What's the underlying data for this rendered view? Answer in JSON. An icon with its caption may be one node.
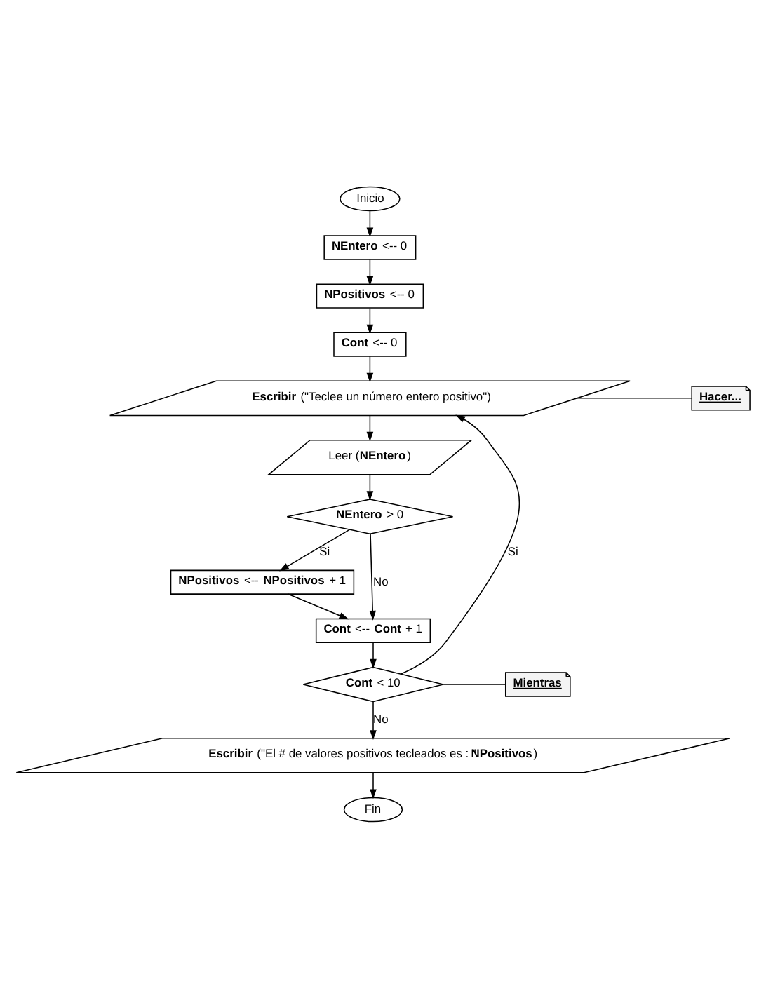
{
  "diagram": {
    "nodes": [
      {
        "text": [
          "Inicio"
        ]
      },
      {
        "text": [
          "**NEntero** <-- 0"
        ]
      },
      {
        "text": [
          "**NPositivos** <-- 0"
        ]
      },
      {
        "text": [
          "**Cont** <-- 0"
        ]
      },
      {
        "text": [
          "**Escribir** (\"Teclee un número entero positivo\")"
        ]
      },
      {
        "text": [
          "Leer (**NEntero**)"
        ]
      },
      {
        "text": [
          "**NEntero** > 0"
        ]
      },
      {
        "text": [
          "**NPositivos** <-- **NPositivos** + 1"
        ]
      },
      {
        "text": [
          "**Cont** <-- **Cont** + 1"
        ]
      },
      {
        "text": [
          "**Cont** < 10"
        ]
      },
      {
        "text": [
          "**Escribir** (\"El # de valores positivos tecleados es : \"**NPositivos**)"
        ]
      },
      {
        "text": [
          "Fin"
        ]
      },
      {
        "text": [
          "Hacer..."
        ]
      },
      {
        "text": [
          "Mientras"
        ]
      }
    ],
    "edges": [
      {
        "from": 0,
        "to": 1,
        "arrow": "to"
      },
      {
        "from": 1,
        "to": 2,
        "arrow": "to"
      },
      {
        "from": 2,
        "to": 3,
        "arrow": "to"
      },
      {
        "from": 3,
        "to": 4,
        "arrow": "to"
      },
      {
        "from": 4,
        "to": 5,
        "arrow": "to"
      },
      {
        "from": 5,
        "to": 6,
        "arrow": "to"
      },
      {
        "from": 6,
        "to": 7,
        "label": "Si",
        "arrow": "to"
      },
      {
        "from": 6,
        "to": 8,
        "label": "No",
        "arrow": "to"
      },
      {
        "from": 7,
        "to": 8,
        "arrow": "to"
      },
      {
        "from": 8,
        "to": 9,
        "arrow": "to"
      },
      {
        "from": 9,
        "to": 4,
        "label": "Si",
        "arrow": "to"
      },
      {
        "from": 9,
        "to": 10,
        "label": "No",
        "arrow": "to"
      },
      {
        "from": 10,
        "to": 11,
        "arrow": "to"
      },
      {
        "from": 12,
        "to": 4,
        "arrow": "none"
      },
      {
        "from": 13,
        "to": 9,
        "arrow": "none"
      }
    ]
  }
}
